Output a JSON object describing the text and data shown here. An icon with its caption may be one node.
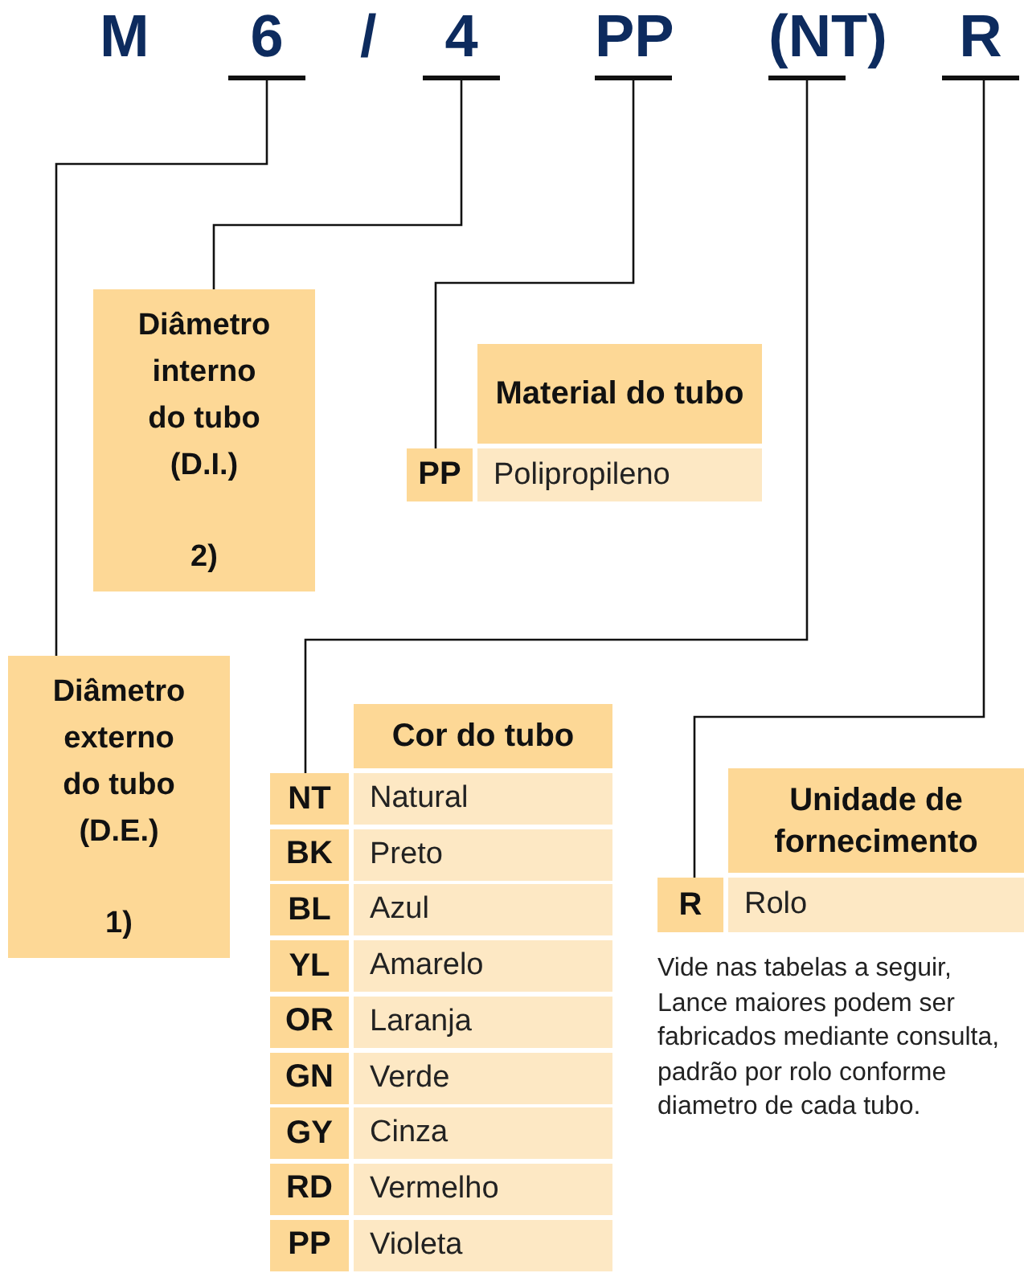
{
  "diagram": {
    "nodes": [
      {
        "text": [
          "6"
        ]
      },
      {
        "text": [
          "4"
        ]
      },
      {
        "text": [
          "PP"
        ]
      },
      {
        "text": [
          "(NT)"
        ]
      },
      {
        "text": [
          "R"
        ]
      },
      {
        "text": [
          "Diâmetro interno do tubo (D.I.)",
          "2)"
        ]
      },
      {
        "text": [
          "Material do tubo"
        ]
      },
      {
        "text": [
          "PP"
        ]
      },
      {
        "text": [
          "Polipropileno"
        ]
      },
      {
        "text": [
          "Diâmetro externo do tubo (D.E.)",
          "1)"
        ]
      },
      {
        "text": [
          "Cor do tubo"
        ]
      },
      {
        "text": [
          "NT"
        ]
      },
      {
        "text": [
          "Natural"
        ]
      },
      {
        "text": [
          "BK"
        ]
      },
      {
        "text": [
          "Preto"
        ]
      },
      {
        "text": [
          "BL"
        ]
      },
      {
        "text": [
          "Azul"
        ]
      },
      {
        "text": [
          "YL"
        ]
      },
      {
        "text": [
          "Amarelo"
        ]
      },
      {
        "text": [
          "OR"
        ]
      },
      {
        "text": [
          "Laranja"
        ]
      },
      {
        "text": [
          "GN"
        ]
      },
      {
        "text": [
          "Verde"
        ]
      },
      {
        "text": [
          "GY"
        ]
      },
      {
        "text": [
          "Cinza"
        ]
      },
      {
        "text": [
          "RD"
        ]
      },
      {
        "text": [
          "Vermelho"
        ]
      },
      {
        "text": [
          "PP"
        ]
      },
      {
        "text": [
          "Violeta"
        ]
      },
      {
        "text": [
          "Unidade de fornecimento"
        ]
      },
      {
        "text": [
          "R"
        ]
      },
      {
        "text": [
          "Rolo"
        ]
      }
    ],
    "edges": [
      {
        "from": 0,
        "to": 9,
        "arrow": "none"
      },
      {
        "from": 1,
        "to": 5,
        "arrow": "none"
      },
      {
        "from": 2,
        "to": 7,
        "arrow": "none"
      },
      {
        "from": 3,
        "to": 11,
        "arrow": "none"
      },
      {
        "from": 4,
        "to": 30,
        "arrow": "none"
      }
    ],
    "labels": [
      "M",
      "/",
      "Vide nas tabelas a seguir, Lance maiores podem ser fabricados mediante consulta, padrão por rolo conforme diametro de cada tubo."
    ]
  }
}
